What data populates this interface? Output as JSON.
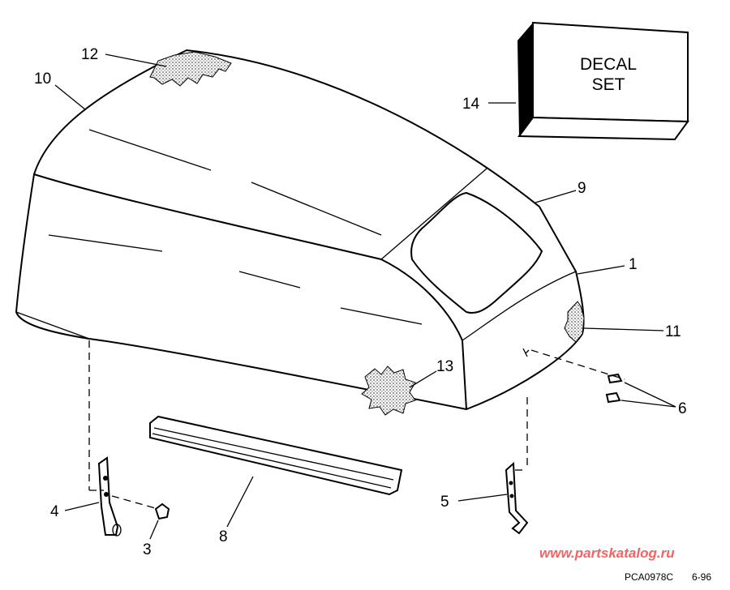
{
  "callouts": {
    "c1": "1",
    "c3": "3",
    "c4": "4",
    "c5": "5",
    "c6": "6",
    "c8": "8",
    "c9": "9",
    "c10": "10",
    "c11": "11",
    "c12": "12",
    "c13": "13",
    "c14": "14"
  },
  "decal": {
    "line1": "DECAL",
    "line2": "SET"
  },
  "footer": {
    "code": "PCA0978C",
    "date": "6-96"
  },
  "watermark": "www.partskatalog.ru",
  "colors": {
    "line": "#000000",
    "watermark": "#f04848",
    "stipple": "#999999"
  }
}
